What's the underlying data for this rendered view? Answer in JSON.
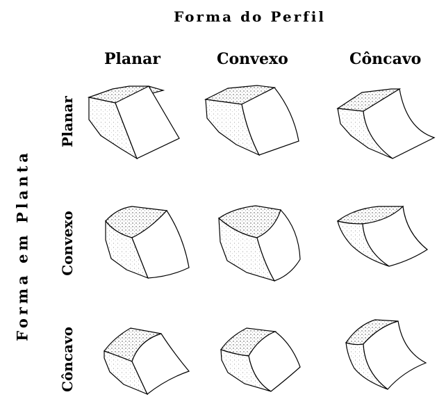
{
  "title_top": "Forma do Perfil",
  "title_left": "Forma em Planta",
  "columns": [
    "Planar",
    "Convexo",
    "Côncavo"
  ],
  "rows": [
    "Planar",
    "Convexo",
    "Côncavo"
  ]
}
